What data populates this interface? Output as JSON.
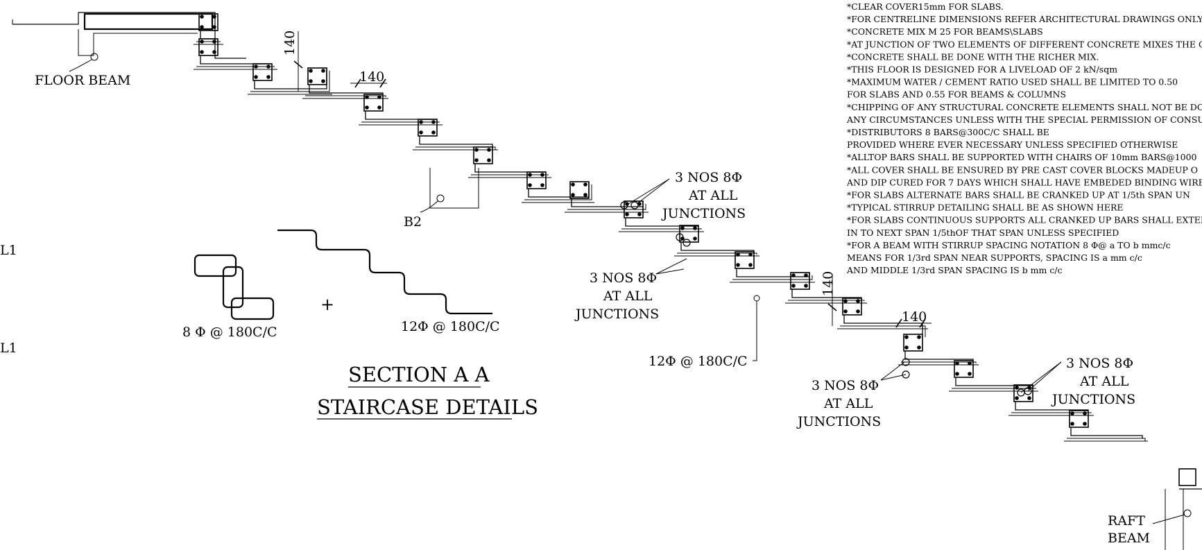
{
  "notes": [
    "*CLEAR COVER15mm FOR SLABS.",
    "*FOR CENTRELINE DIMENSIONS REFER ARCHITECTURAL DRAWINGS ONLY.",
    "*CONCRETE MIX M 25  FOR BEAMS\\SLABS",
    "*AT JUNCTION OF TWO ELEMENTS OF DIFFERENT CONCRETE MIXES THE C",
    "*CONCRETE SHALL BE DONE  WITH THE RICHER MIX.",
    "*THIS FLOOR IS DESIGNED FOR A LIVELOAD OF  2 kN/sqm",
    "*MAXIMUM  WATER / CEMENT RATIO  USED SHALL BE  LIMITED TO  0.50",
    "FOR SLABS AND  0.55  FOR BEAMS & COLUMNS",
    "*CHIPPING OF ANY STRUCTURAL CONCRETE ELEMENTS SHALL NOT BE DO",
    "ANY CIRCUMSTANCES UNLESS WITH THE SPECIAL PERMISSION OF CONSUL",
    "*DISTRIBUTORS  8 BARS@300C/C SHALL BE",
    " PROVIDED WHERE EVER NECESSARY UNLESS SPECIFIED OTHERWISE",
    "*ALLTOP BARS SHALL BE SUPPORTED WITH CHAIRS OF 10mm BARS@1000",
    "*ALL COVER SHALL BE ENSURED BY PRE CAST COVER BLOCKS MADEUP O",
    "AND DIP CURED FOR 7 DAYS WHICH SHALL HAVE EMBEDED BINDING WIRE",
    "*FOR SLABS ALTERNATE BARS SHALL BE CRANKED UP AT 1/5th SPAN UN",
    "*TYPICAL STIRRUP DETAILING SHALL BE AS SHOWN HERE",
    "*FOR SLABS CONTINUOUS SUPPORTS ALL CRANKED UP BARS SHALL EXTEN",
    "IN TO NEXT SPAN 1/5thOF THAT SPAN UNLESS SPECIFIED",
    "*FOR A BEAM WITH STIRRUP SPACING NOTATION 8 Φ@ a TO b mmc/c",
    "MEANS FOR 1/3rd SPAN NEAR SUPPORTS, SPACING IS a mm c/c",
    "AND MIDDLE 1/3rd SPAN  SPACING IS b mm c/c"
  ],
  "labels": {
    "floor_beam": "FLOOR BEAM",
    "b2": "B2",
    "raft_beam_1": "RAFT",
    "raft_beam_2": "BEAM",
    "l1_top": "L1",
    "l1_bottom": "L1",
    "dim_140_vertical_1": "140",
    "dim_140_horizontal_1": "140",
    "dim_140_vertical_2": "140",
    "dim_140_horizontal_2": "140",
    "junction_a_1": "3 NOS 8Φ",
    "junction_a_2": "AT ALL",
    "junction_a_3": "JUNCTIONS",
    "junction_b_1": "3 NOS 8Φ",
    "junction_b_2": "AT ALL",
    "junction_b_3": "JUNCTIONS",
    "junction_c_1": "3 NOS 8Φ",
    "junction_c_2": "AT ALL",
    "junction_c_3": "JUNCTIONS",
    "junction_d_1": "3 NOS 8Φ",
    "junction_d_2": "AT ALL",
    "junction_d_3": "JUNCTIONS",
    "stirrup_spec": "8 Φ @ 180C/C",
    "main_bar_spec": "12Φ @ 180C/C",
    "main_bar_callout": "12Φ @ 180C/C",
    "plus_sign": "+",
    "title_line_1": "SECTION  A  A",
    "title_line_2": "STAIRCASE  DETAILS"
  }
}
